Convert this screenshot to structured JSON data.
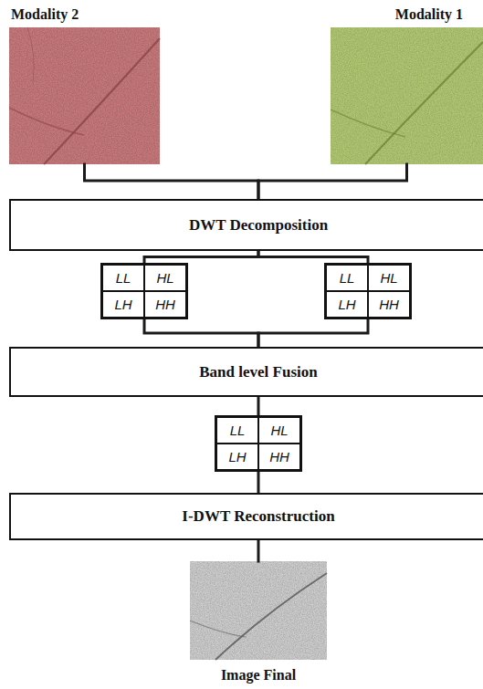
{
  "diagram": {
    "nodes": [
      {
        "text": [
          "Modality 2"
        ]
      },
      {
        "text": [
          "Modality 1"
        ]
      },
      {
        "text": [
          "DWT Decomposition"
        ]
      },
      {
        "text": [
          "LL",
          "HL",
          "LH",
          "HH"
        ]
      },
      {
        "text": [
          "LL",
          "HL",
          "LH",
          "HH"
        ]
      },
      {
        "text": [
          "Band level Fusion"
        ]
      },
      {
        "text": [
          "LL",
          "HL",
          "LH",
          "HH"
        ]
      },
      {
        "text": [
          "I-DWT Reconstruction"
        ]
      },
      {
        "text": [
          "Image Final"
        ]
      }
    ],
    "edges": [
      {
        "from": 0,
        "to": 2,
        "arrow": "none"
      },
      {
        "from": 1,
        "to": 2,
        "arrow": "none"
      },
      {
        "from": 2,
        "to": 3,
        "arrow": "none"
      },
      {
        "from": 2,
        "to": 4,
        "arrow": "none"
      },
      {
        "from": 3,
        "to": 5,
        "arrow": "none"
      },
      {
        "from": 4,
        "to": 5,
        "arrow": "none"
      },
      {
        "from": 5,
        "to": 6,
        "arrow": "none"
      },
      {
        "from": 6,
        "to": 7,
        "arrow": "none"
      },
      {
        "from": 7,
        "to": 8,
        "arrow": "none"
      }
    ]
  }
}
